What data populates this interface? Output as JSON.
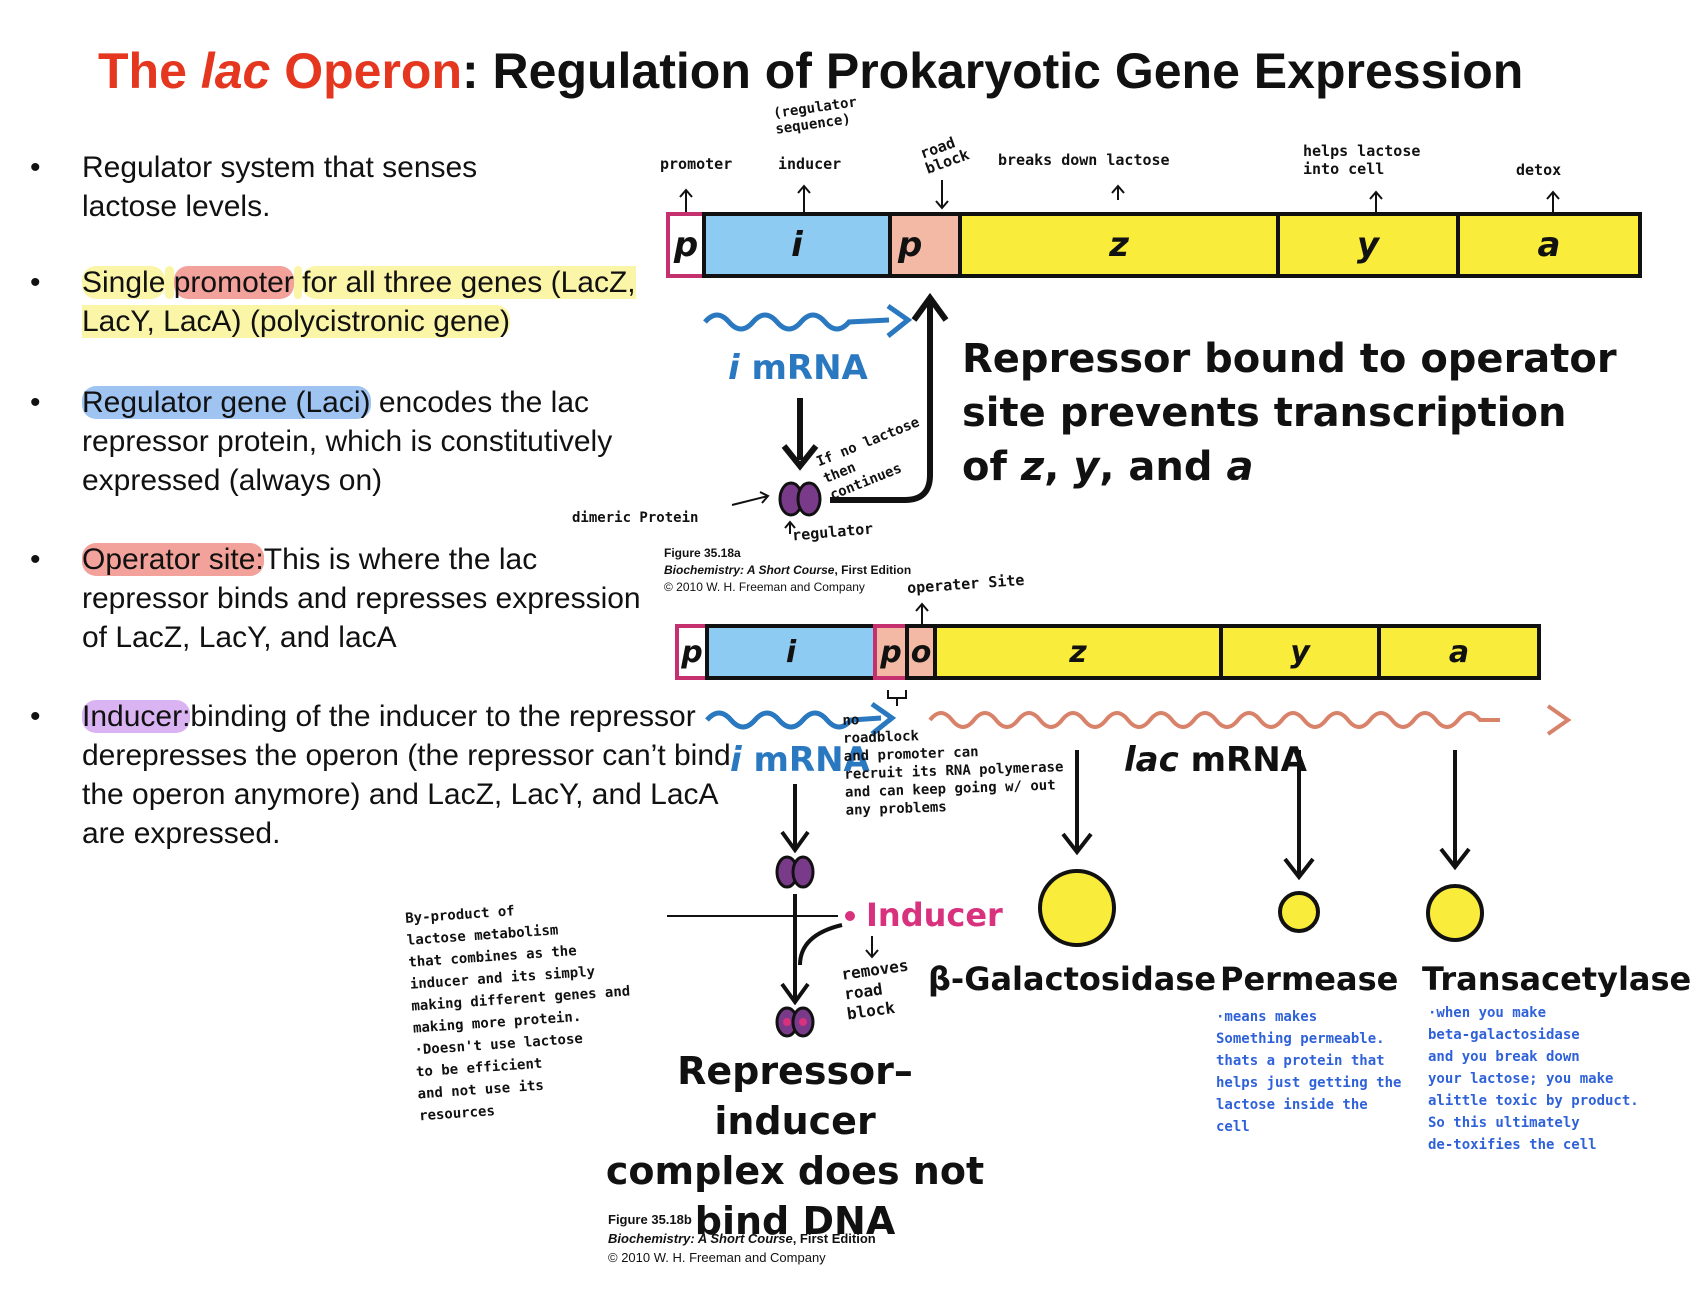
{
  "title": {
    "part1": "The ",
    "part2": "lac",
    "part3": " Operon",
    "part4": ": Regulation of Prokaryotic Gene Expression"
  },
  "bullets": {
    "b1": "Regulator system that senses lactose levels.",
    "b2_a": "Single",
    "b2_b": "promoter",
    "b2_c": "for all three genes (LacZ, LacY, LacA) (polycistronic gene)",
    "b3_a": "Regulator gene (Laci)",
    "b3_b": " encodes the lac repressor protein, which is constitutively expressed (always on)",
    "b4_a": "Operator site:",
    "b4_b": "This is where the lac repressor binds and represses expression of LacZ, LacY, and lacA",
    "b5_a": "Inducer:",
    "b5_b": "binding of the inducer to the repressor derepresses the operon (the repressor can’t bind the operon anymore) and LacZ, LacY, and LacA are expressed.",
    "marker": "•"
  },
  "top_diagram": {
    "segments": {
      "p": "p",
      "i": "i",
      "po": "p",
      "z": "z",
      "y": "y",
      "a": "a"
    },
    "notes": {
      "promoter": "promoter",
      "regulator_seq": "(regulator\nsequence)",
      "inducer": "inducer",
      "road_block": "road\nblock",
      "breaks_down": "breaks down lactose",
      "helps": "helps lactose\ninto cell",
      "detox": "detox",
      "if_no_lactose": "If no lactose\nthen\ncontinues",
      "dimeric": "dimeric Protein",
      "regulator": "regulator"
    },
    "mrna_label_i": "i",
    "mrna_label_rest": " mRNA",
    "statement_l1": "Repressor bound to operator",
    "statement_l2": "site prevents transcription",
    "statement_l3_a": "of ",
    "statement_l3_b": "z",
    "statement_l3_c": ", ",
    "statement_l3_d": "y",
    "statement_l3_e": ", and ",
    "statement_l3_f": "a",
    "caption_fig": "Figure 35.18a",
    "caption_book": "Biochemistry: A Short Course",
    "caption_ed": ", First Edition",
    "caption_copy": "© 2010 W. H. Freeman and Company"
  },
  "bottom_diagram": {
    "segments": {
      "p": "p",
      "i": "i",
      "po": "p",
      "o": "o",
      "z": "z",
      "y": "y",
      "a": "a"
    },
    "notes": {
      "operator_site": "operater Site",
      "no_roadblock": "no\nroadblock\nand promoter can\nrecruit its RNA polymerase\nand can keep going w/ out\nany problems",
      "byproduct": "By-product of\nlactose metabolism\nthat combines as the\ninducer and its simply\nmaking different genes and\nmaking more protein.\n·Doesn't use lactose\nto be efficient\nand not use its\nresources",
      "removes": "removes\nroad\nblock",
      "permease_note": "·means makes\nSomething permeable.\nthats a protein that\nhelps just getting the\nlactose inside the\ncell",
      "transacetylase_note": "·when you make\nbeta-galactosidase\nand you break down\nyour lactose; you make\nalittle toxic by product.\nSo this ultimately\nde-toxifies the cell"
    },
    "mrna_label_i": "i",
    "mrna_label_rest": " mRNA",
    "lac_mrna_a": "lac",
    "lac_mrna_b": " mRNA",
    "inducer_label": "Inducer",
    "enzyme_1": "β-Galactosidase",
    "enzyme_2": "Permease",
    "enzyme_3": "Transacetylase",
    "complex_l1": "Repressor–inducer",
    "complex_l2": "complex does not",
    "complex_l3": "bind DNA",
    "caption_fig": "Figure 35.18b",
    "caption_book": "Biochemistry: A Short Course",
    "caption_ed": ", First Edition",
    "caption_copy": "© 2010 W. H. Freeman and Company"
  },
  "colors": {
    "title_red": "#e5361f",
    "gene_yellow": "#f9ec3a",
    "gene_blue": "#8ecbf3",
    "gene_pink": "#f4b9a4",
    "mrna_blue": "#2a78c0",
    "lac_mrna": "#d8826a",
    "repressor_purple": "#7a3a8a",
    "inducer_magenta": "#d8317e",
    "note_blue": "#2f62d8"
  }
}
